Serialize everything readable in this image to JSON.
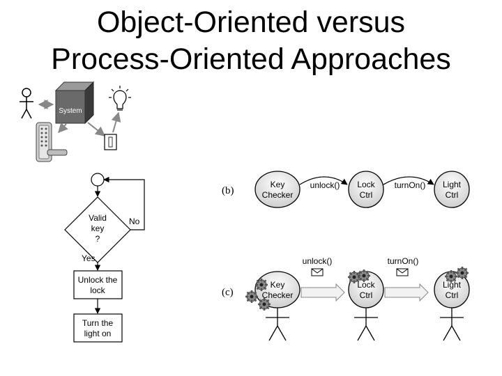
{
  "slide": {
    "title_line1": "Object-Oriented versus",
    "title_line2": "Process-Oriented Approaches"
  },
  "fig_a": {
    "system_label": "System",
    "icons": [
      "person-icon",
      "system-box-icon",
      "lightbulb-icon",
      "keypad-lock-icon",
      "light-switch-icon"
    ]
  },
  "flowchart": {
    "decision_line1": "Valid",
    "decision_line2": "key",
    "decision_line3": "?",
    "no_label": "No",
    "yes_label": "Yes",
    "step1_line1": "Unlock the",
    "step1_line2": "lock",
    "step2_line1": "Turn the",
    "step2_line2": "light on"
  },
  "fig_b": {
    "label": "(b)",
    "node1_line1": "Key",
    "node1_line2": "Checker",
    "msg1": "unlock()",
    "node2_line1": "Lock",
    "node2_line2": "Ctrl",
    "msg2": "turnOn()",
    "node3_line1": "Light",
    "node3_line2": "Ctrl"
  },
  "fig_c": {
    "label": "(c)",
    "node1_line1": "Key",
    "node1_line2": "Checker",
    "msg1": "unlock()",
    "node2_line1": "Lock",
    "node2_line2": "Ctrl",
    "msg2": "turnOn()",
    "node3_line1": "Light",
    "node3_line2": "Ctrl"
  }
}
